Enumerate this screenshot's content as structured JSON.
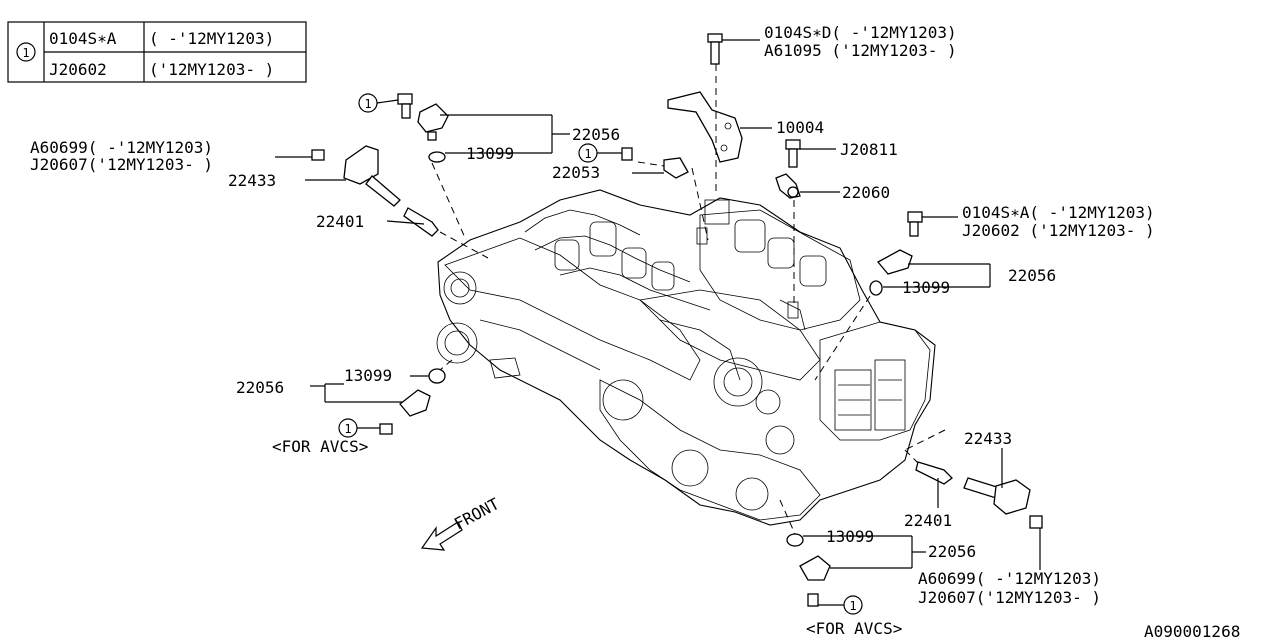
{
  "legend": {
    "marker": "1",
    "rows": [
      {
        "part": "0104S∗A",
        "range": "( -'12MY1203)"
      },
      {
        "part": "J20602",
        "range": "('12MY1203- )"
      }
    ]
  },
  "labels": {
    "top_bolt_a": "0104S∗D( -'12MY1203)",
    "top_bolt_b": "A61095 ('12MY1203- )",
    "bracket": "10004",
    "bolt_j20811": "J20811",
    "sensor_22060": "22060",
    "sensor_22053": "22053",
    "cam_sensor_upper_left": "22056",
    "oring_upper_left": "13099",
    "coil_bolt_left_a": "A60699( -'12MY1203)",
    "coil_bolt_left_b": "J20607('12MY1203- )",
    "coil_left": "22433",
    "plug_left": "22401",
    "right_bolt_a": "0104S∗A( -'12MY1203)",
    "right_bolt_b": "J20602 ('12MY1203- )",
    "cam_sensor_right": "22056",
    "oring_right": "13099",
    "oring_lower_left": "13099",
    "cam_sensor_lower_left": "22056",
    "for_avcs_left": "<FOR AVCS>",
    "coil_right": "22433",
    "plug_right": "22401",
    "oring_bottom": "13099",
    "cam_sensor_bottom": "22056",
    "coil_bolt_right_a": "A60699( -'12MY1203)",
    "coil_bolt_right_b": "J20607('12MY1203- )",
    "for_avcs_bottom": "<FOR AVCS>",
    "front": "FRONT",
    "ref_marker": "1",
    "diagram_id": "A090001268"
  }
}
